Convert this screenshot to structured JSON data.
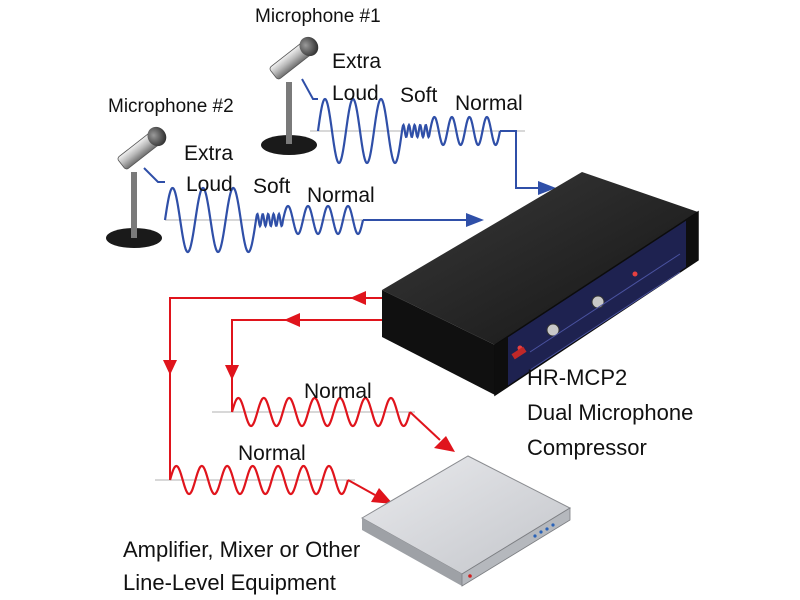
{
  "microphone_1": {
    "label": "Microphone #1",
    "wave_labels": {
      "extra": "Extra",
      "loud": "Loud",
      "soft": "Soft",
      "normal": "Normal"
    }
  },
  "microphone_2": {
    "label": "Microphone #2",
    "wave_labels": {
      "extra": "Extra",
      "loud": "Loud",
      "soft": "Soft",
      "normal": "Normal"
    }
  },
  "device": {
    "lines": [
      "HR-MCP2",
      "Dual Microphone",
      "Compressor"
    ]
  },
  "outputs": {
    "upper_label": "Normal",
    "lower_label": "Normal"
  },
  "destination": {
    "lines": [
      "Amplifier, Mixer or Other",
      "Line-Level Equipment"
    ]
  },
  "colors": {
    "mic_signal": "#2f4fa8",
    "output_signal": "#e0141c",
    "device_body": "#1b1b1b",
    "device_panel": "#1e2250",
    "box_body": "#d4d6da"
  }
}
